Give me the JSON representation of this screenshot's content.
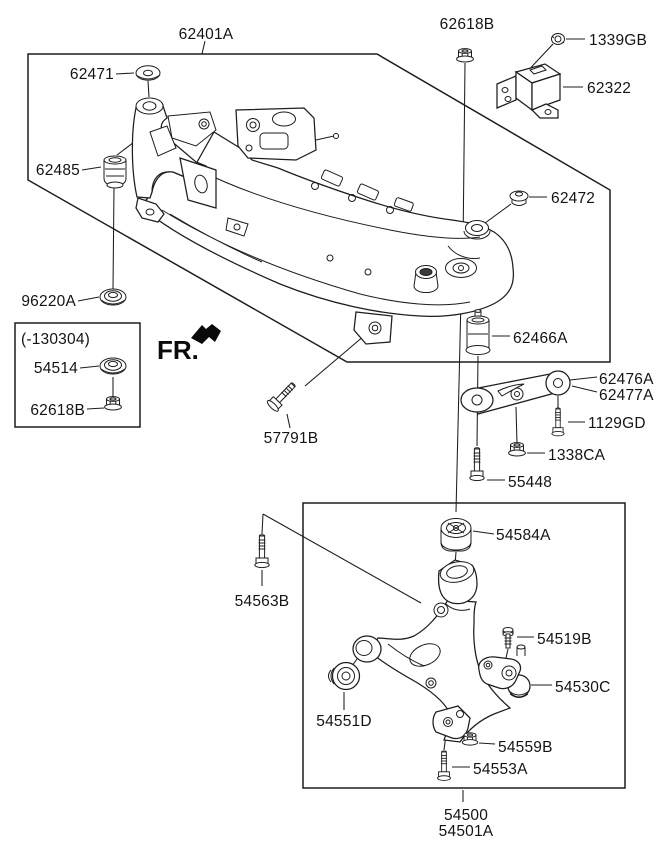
{
  "callouts": {
    "62401A": "62401A",
    "62471": "62471",
    "62485": "62485",
    "96220A": "96220A",
    "62618B": "62618B",
    "1339GB": "1339GB",
    "62322": "62322",
    "62472": "62472",
    "62466A": "62466A",
    "62476A": "62476A",
    "62477A": "62477A",
    "1129GD": "1129GD",
    "1338CA": "1338CA",
    "55448": "55448",
    "57791B": "57791B",
    "54563B": "54563B",
    "54584A": "54584A",
    "54519B": "54519B",
    "54530C": "54530C",
    "54551D": "54551D",
    "54559B": "54559B",
    "54553A": "54553A",
    "54500": "54500",
    "54501A": "54501A",
    "54514": "54514"
  },
  "inset": {
    "title": "(-130304)"
  },
  "orientation": {
    "label": "FR."
  },
  "colors": {
    "line": "#1d1d1d",
    "text": "#141414",
    "background": "#ffffff"
  }
}
